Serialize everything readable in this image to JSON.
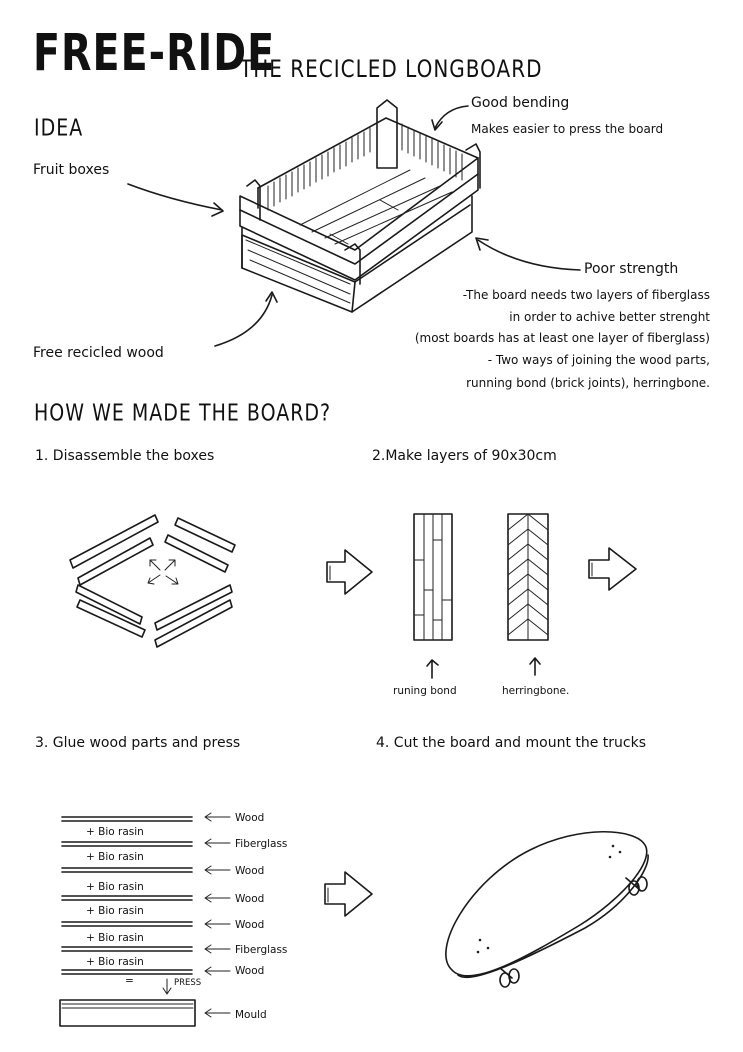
{
  "header": {
    "title": "FREE-RIDE",
    "subtitle": "THE RECICLED LONGBOARD"
  },
  "idea": {
    "heading": "IDEA",
    "fruit_boxes": "Fruit boxes",
    "free_wood": "Free recicled wood",
    "good_bending_title": "Good bending",
    "good_bending_text": "Makes easier to press the board",
    "poor_strength_title": "Poor strength",
    "poor_strength_lines": [
      "-The board needs two layers of fiberglass",
      "in order to achive better strenght",
      "(most boards has at least one layer of fiberglass)",
      "- Two ways of joining the wood parts,",
      "running bond (brick joints), herringbone."
    ]
  },
  "how": {
    "heading": "HOW WE MADE THE BOARD?",
    "step1": "1. Disassemble the boxes",
    "step2": "2.Make layers of 90x30cm",
    "step3": "3. Glue wood parts and press",
    "step4": "4. Cut the board and mount the trucks",
    "running_bond": "runing bond",
    "herringbone": "herringbone."
  },
  "layers": {
    "bio_rasin": "+ Bio rasin",
    "labels": [
      "Wood",
      "Fiberglass",
      "Wood",
      "Wood",
      "Wood",
      "Fiberglass",
      "Wood"
    ],
    "press": "PRESS",
    "mould": "Mould",
    "equals": "="
  }
}
